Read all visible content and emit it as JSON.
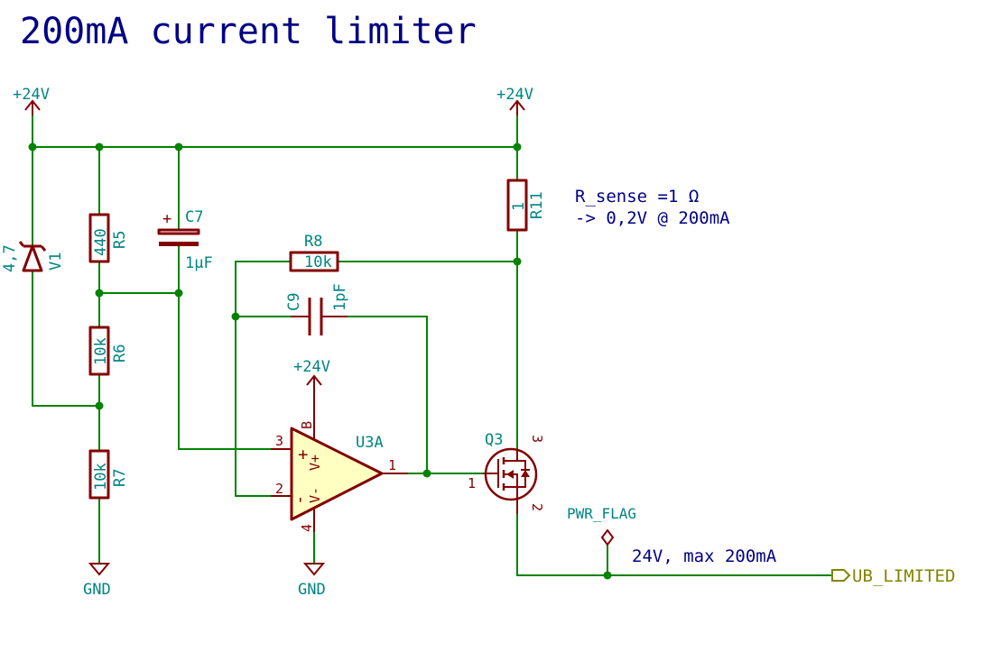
{
  "title": "200mA current limiter",
  "notes": {
    "rsense_line1": "R_sense =1 Ω",
    "rsense_line2": "-> 0,2V @ 200mA",
    "output_note": "24V, max 200mA"
  },
  "power": {
    "vcc_left": "+24V",
    "vcc_right": "+24V",
    "vcc_opamp": "+24V",
    "gnd_left": "GND",
    "gnd_opamp": "GND",
    "pwr_flag": "PWR_FLAG"
  },
  "global_label": "UB_LIMITED",
  "components": {
    "V1": {
      "ref": "V1",
      "value": "4,7"
    },
    "R5": {
      "ref": "R5",
      "value": "440"
    },
    "R6": {
      "ref": "R6",
      "value": "10k"
    },
    "R7": {
      "ref": "R7",
      "value": "10k"
    },
    "C7": {
      "ref": "C7",
      "value": "1µF",
      "polarity": "+"
    },
    "R8": {
      "ref": "R8",
      "value": "10k"
    },
    "C9": {
      "ref": "C9",
      "value": "1pF"
    },
    "R11": {
      "ref": "R11",
      "value": "1"
    },
    "U3A": {
      "ref": "U3A",
      "pin_vpos": "V+",
      "pin_vneg": "V-",
      "pin_b": "B",
      "pin_3": "3",
      "pin_2": "2",
      "pin_1": "1",
      "pin_4": "4",
      "pin_plus": "+",
      "pin_minus": "-"
    },
    "Q3": {
      "ref": "Q3",
      "pin_1": "1",
      "pin_2": "2",
      "pin_3": "3"
    }
  },
  "colors": {
    "wire": "#008400",
    "part": "#840000",
    "part_fill": "#ffffc2",
    "text": "#008484",
    "note": "#000084",
    "label": "#848400"
  }
}
